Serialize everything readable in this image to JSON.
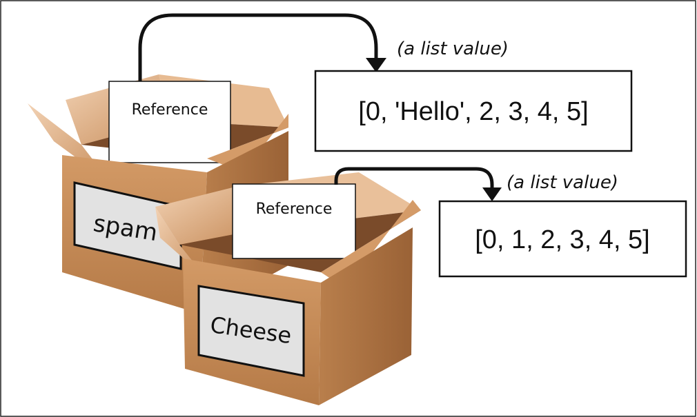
{
  "boxes": [
    {
      "label": "spam",
      "reference_label": "Reference"
    },
    {
      "label": "Cheese",
      "reference_label": "Reference"
    }
  ],
  "values": [
    {
      "caption": "(a list value)",
      "content": "[0, 'Hello', 2, 3, 4, 5]"
    },
    {
      "caption": "(a list value)",
      "content": "[0, 1, 2, 3, 4, 5]"
    }
  ],
  "colors": {
    "box_front": "#c58c5a",
    "box_side": "#a86c3f",
    "box_inside": "#8a5a33",
    "box_flap": "#d9a373",
    "label_bg": "#e6e6e6",
    "outline": "#111111"
  }
}
